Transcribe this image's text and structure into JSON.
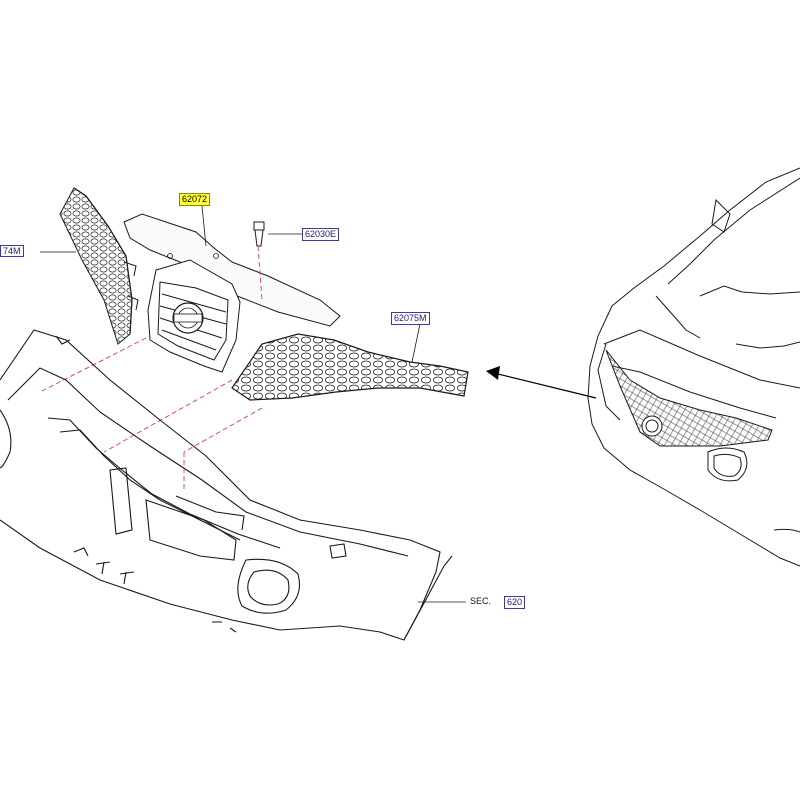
{
  "callouts": {
    "front_grille_left": "74M",
    "grille_center_part": "62072",
    "clip": "62030E",
    "lower_grille": "62075M",
    "section_prefix": "SEC.",
    "section_ref": "620"
  },
  "colors": {
    "line": "#1a1a1a",
    "dashed_leader": "#d9404a",
    "highlight": "#ffff33",
    "callout_border": "#3a3aa0",
    "arrow": "#000000"
  },
  "icons": {
    "clip": "push-clip-icon",
    "arrow": "pointer-arrow-icon"
  }
}
